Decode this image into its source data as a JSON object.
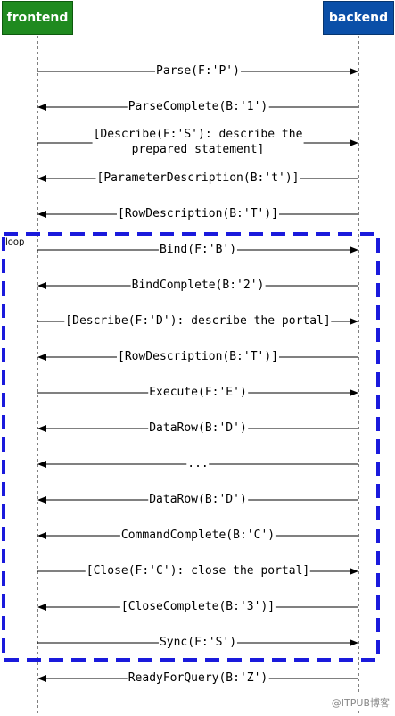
{
  "participants": {
    "frontend": "frontend",
    "backend": "backend"
  },
  "loop_label": "loop",
  "messages": [
    {
      "label": "Parse(F:'P')",
      "dir": "right"
    },
    {
      "label": "ParseComplete(B:'1')",
      "dir": "left"
    },
    {
      "label": "[Describe(F:'S'): describe the\nprepared statement]",
      "dir": "right"
    },
    {
      "label": "[ParameterDescription(B:'t')]",
      "dir": "left"
    },
    {
      "label": "[RowDescription(B:'T')]",
      "dir": "left"
    },
    {
      "label": "Bind(F:'B')",
      "dir": "right"
    },
    {
      "label": "BindComplete(B:'2')",
      "dir": "left"
    },
    {
      "label": "[Describe(F:'D'): describe the portal]",
      "dir": "right"
    },
    {
      "label": "[RowDescription(B:'T')]",
      "dir": "left"
    },
    {
      "label": "Execute(F:'E')",
      "dir": "right"
    },
    {
      "label": "DataRow(B:'D')",
      "dir": "left"
    },
    {
      "label": "...",
      "dir": "left"
    },
    {
      "label": "DataRow(B:'D')",
      "dir": "left"
    },
    {
      "label": "CommandComplete(B:'C')",
      "dir": "left"
    },
    {
      "label": "[Close(F:'C'): close the portal]",
      "dir": "right"
    },
    {
      "label": "[CloseComplete(B:'3')]",
      "dir": "left"
    },
    {
      "label": "Sync(F:'S')",
      "dir": "right"
    },
    {
      "label": "ReadyForQuery(B:'Z')",
      "dir": "left"
    }
  ],
  "watermark": "@ITPUB博客",
  "colors": {
    "frontend": "#1f8a1f",
    "backend": "#0a4fa8",
    "loop_border": "#1a1adc"
  }
}
